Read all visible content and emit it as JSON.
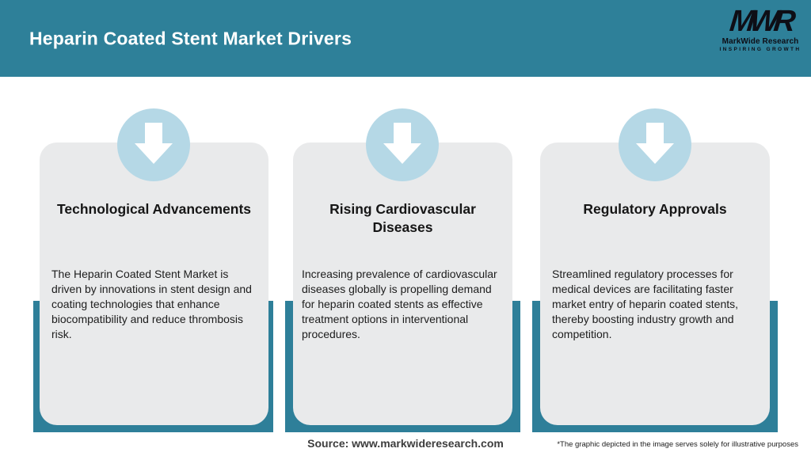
{
  "header": {
    "title": "Heparin Coated Stent Market Drivers",
    "logo": {
      "acronym": "MWR",
      "name": "MarkWide Research",
      "tagline": "INSPIRING GROWTH"
    }
  },
  "cards": [
    {
      "icon": "down-arrow-icon",
      "title": "Technological Advancements",
      "body": "The Heparin Coated Stent Market is driven by innovations in stent design and coating technologies that enhance biocompatibility and reduce thrombosis risk."
    },
    {
      "icon": "down-arrow-icon",
      "title": "Rising Cardiovascular Diseases",
      "body": "Increasing prevalence of cardiovascular diseases globally is propelling demand for heparin coated stents as effective treatment options in interventional procedures."
    },
    {
      "icon": "down-arrow-icon",
      "title": "Regulatory Approvals",
      "body": "Streamlined regulatory processes for medical devices are facilitating faster market entry of heparin coated stents, thereby boosting industry growth and competition."
    }
  ],
  "footer": {
    "source": "Source: www.markwideresearch.com",
    "disclaimer": "*The graphic depicted in the image serves solely for illustrative purposes"
  },
  "colors": {
    "header_teal": "#2E8099",
    "bar_teal": "#2E7F99",
    "circle_blue": "#B5D8E6",
    "card_gray": "#E9EAEB"
  }
}
